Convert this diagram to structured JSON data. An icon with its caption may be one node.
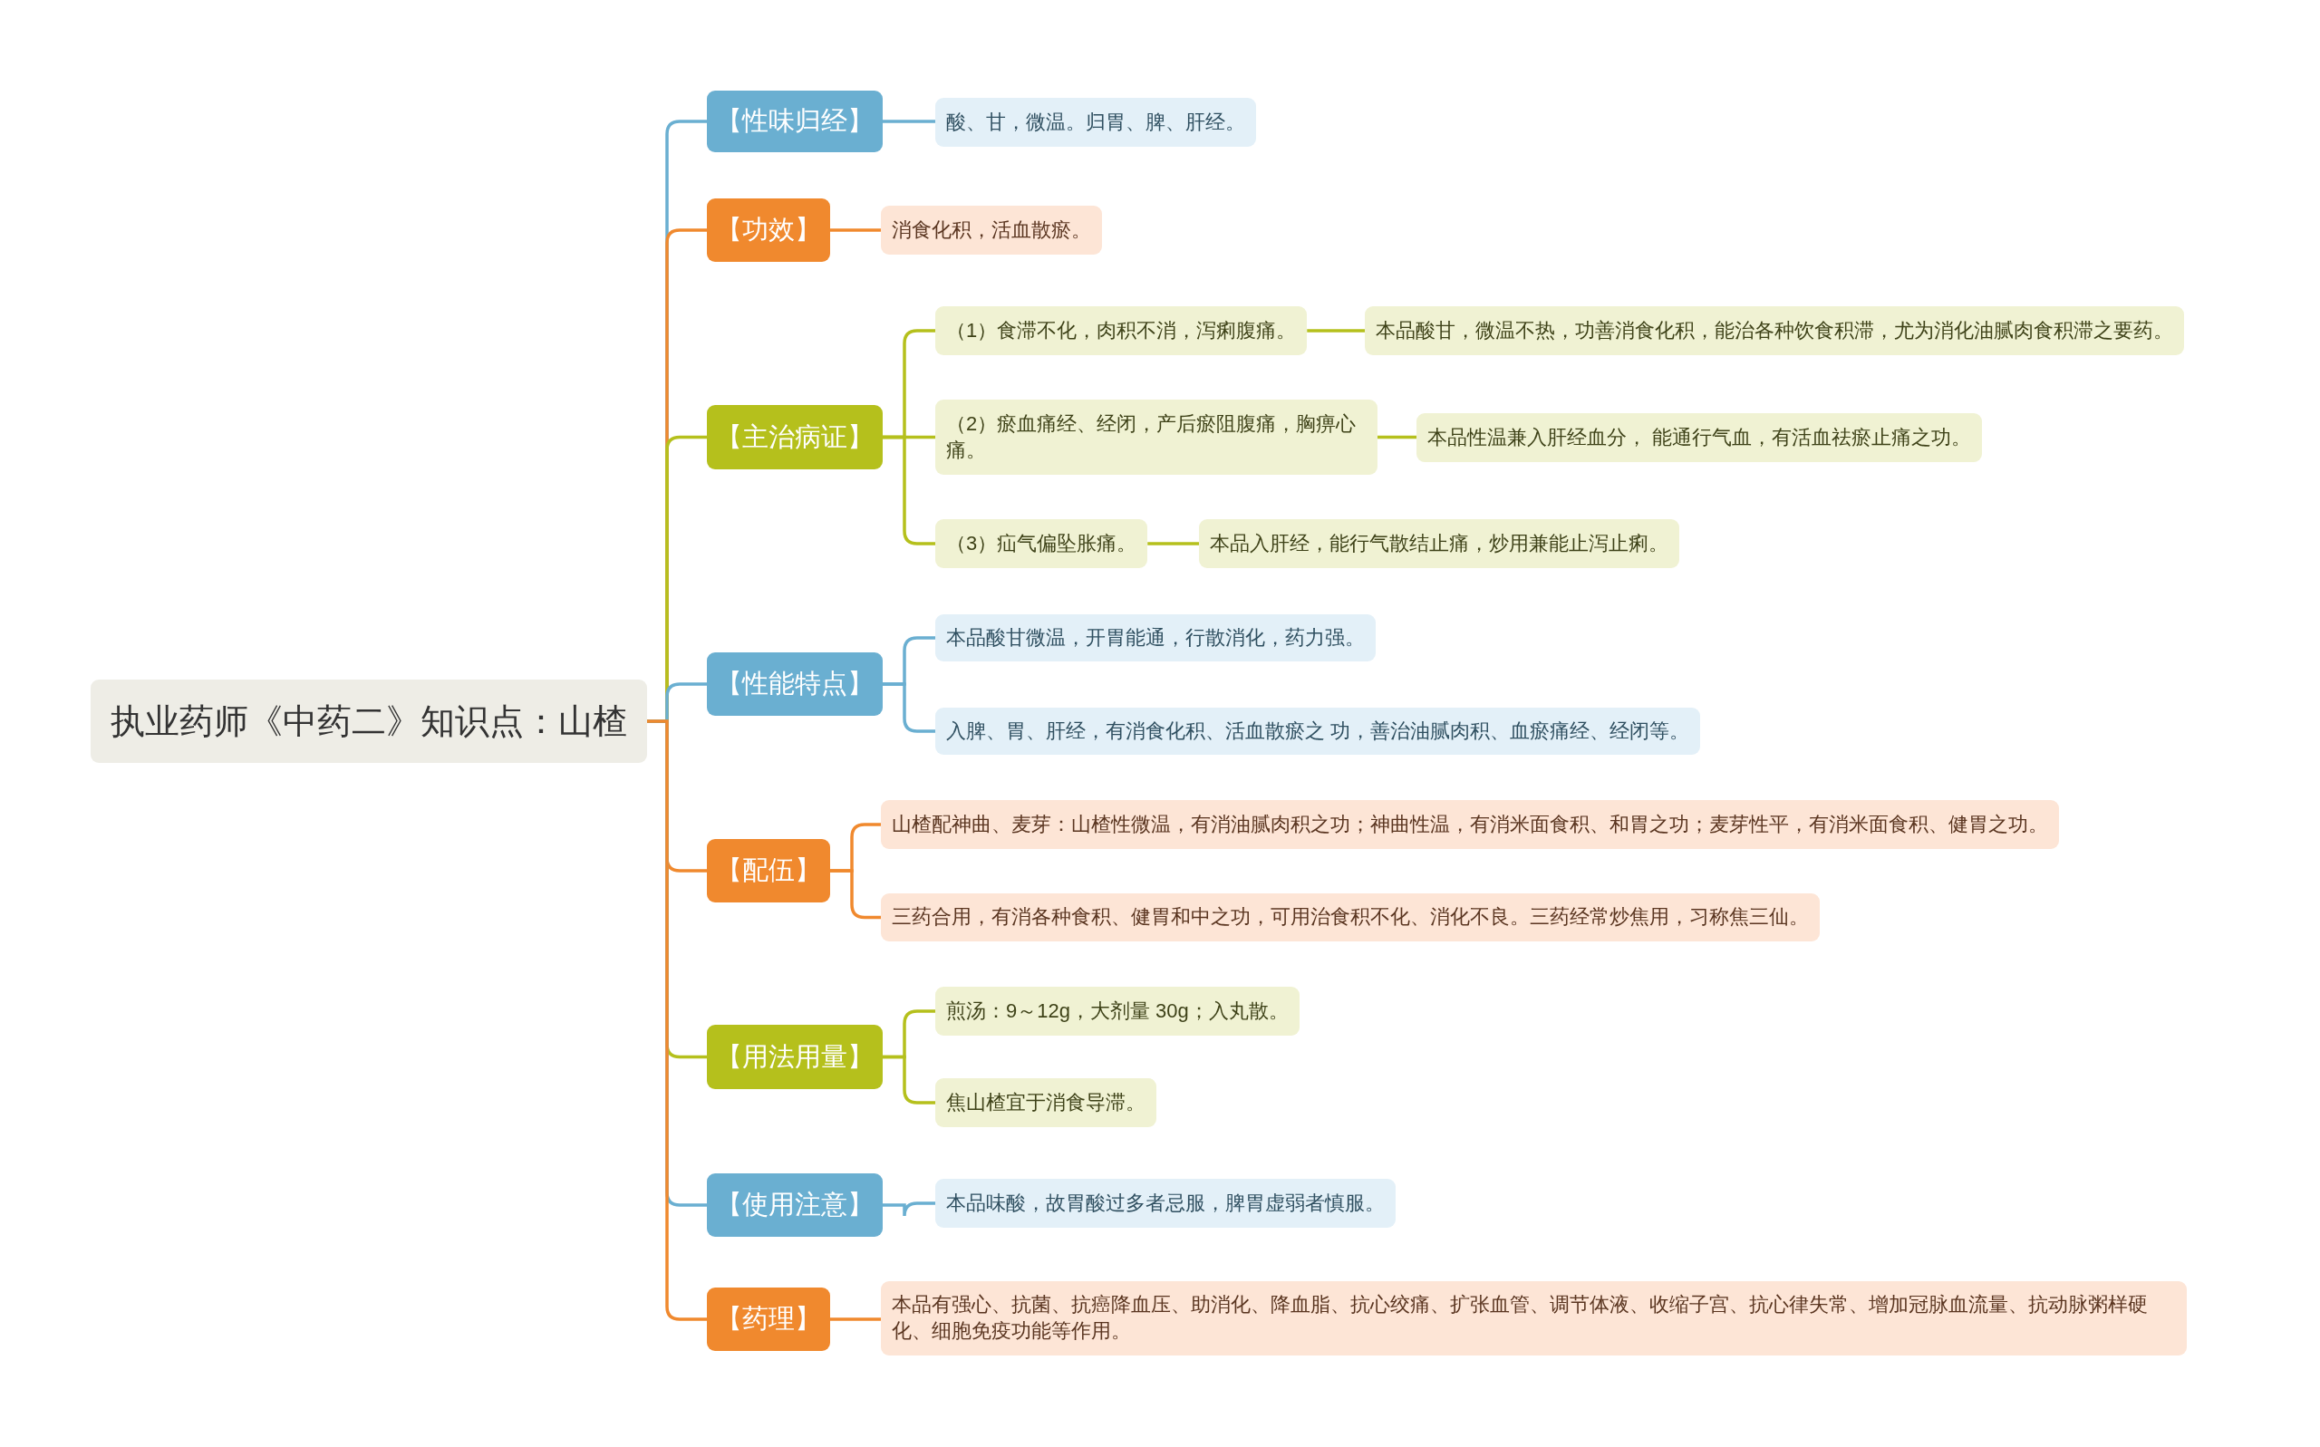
{
  "diagram": {
    "nodes": [
      {
        "text": [
          "执业药师《中药二》知识点：山楂"
        ]
      },
      {
        "text": [
          "【性味归经】"
        ]
      },
      {
        "text": [
          "酸、甘，微温。归胃、脾、肝经。"
        ]
      },
      {
        "text": [
          "【功效】"
        ]
      },
      {
        "text": [
          "消食化积，活血散瘀。"
        ]
      },
      {
        "text": [
          "【主治病证】"
        ]
      },
      {
        "text": [
          "（1）食滞不化，肉积不消，泻痢腹痛。"
        ]
      },
      {
        "text": [
          "本品酸甘，微温不热，功善消食化积，能治各种饮食积滞，尤为消化油腻肉食积滞之要药。"
        ]
      },
      {
        "text": [
          "（2）瘀血痛经、经闭，产后瘀阻腹痛，胸痹心痛。"
        ]
      },
      {
        "text": [
          "本品性温兼入肝经血分， 能通行气血，有活血祛瘀止痛之功。"
        ]
      },
      {
        "text": [
          "（3）疝气偏坠胀痛。"
        ]
      },
      {
        "text": [
          "本品入肝经，能行气散结止痛，炒用兼能止泻止痢。"
        ]
      },
      {
        "text": [
          "【性能特点】"
        ]
      },
      {
        "text": [
          "本品酸甘微温，开胃能通，行散消化，药力强。"
        ]
      },
      {
        "text": [
          "入脾、胃、肝经，有消食化积、活血散瘀之 功，善治油腻肉积、血瘀痛经、经闭等。"
        ]
      },
      {
        "text": [
          "【配伍】"
        ]
      },
      {
        "text": [
          "山楂配神曲、麦芽：山楂性微温，有消油腻肉积之功；神曲性温，有消米面食积、和胃之功；麦芽性平，有消米面食积、健胃之功。"
        ]
      },
      {
        "text": [
          "三药合用，有消各种食积、健胃和中之功，可用治食积不化、消化不良。三药经常炒焦用，习称焦三仙。"
        ]
      },
      {
        "text": [
          "【用法用量】"
        ]
      },
      {
        "text": [
          "煎汤：9～12g，大剂量 30g；入丸散。"
        ]
      },
      {
        "text": [
          "焦山楂宜于消食导滞。"
        ]
      },
      {
        "text": [
          "【使用注意】"
        ]
      },
      {
        "text": [
          "本品味酸，故胃酸过多者忌服，脾胃虚弱者慎服。"
        ]
      },
      {
        "text": [
          "【药理】"
        ]
      },
      {
        "text": [
          "本品有强心、抗菌、抗癌降血压、助消化、降血脂、抗心绞痛、扩张血管、调节体液、收缩子宫、抗心律失常、增加冠脉血流量、抗动脉粥样硬化、细胞免疫功能等作用。"
        ]
      }
    ],
    "edges": [
      {
        "from": 0,
        "to": 1,
        "arrow": "none",
        "color": "#6aafd1"
      },
      {
        "from": 1,
        "to": 2,
        "arrow": "none",
        "color": "#6aafd1"
      },
      {
        "from": 0,
        "to": 3,
        "arrow": "none",
        "color": "#f0892e"
      },
      {
        "from": 3,
        "to": 4,
        "arrow": "none",
        "color": "#f0892e"
      },
      {
        "from": 0,
        "to": 5,
        "arrow": "none"
      },
      {
        "from": 5,
        "to": 6,
        "arrow": "none"
      },
      {
        "from": 6,
        "to": 7,
        "arrow": "none"
      },
      {
        "from": 5,
        "to": 8,
        "arrow": "none"
      },
      {
        "from": 8,
        "to": 9,
        "arrow": "none"
      },
      {
        "from": 5,
        "to": 10,
        "arrow": "none"
      },
      {
        "from": 10,
        "to": 11,
        "arrow": "none"
      },
      {
        "from": 0,
        "to": 12,
        "arrow": "none",
        "color": "#6aafd1"
      },
      {
        "from": 12,
        "to": 13,
        "arrow": "none",
        "color": "#6aafd1"
      },
      {
        "from": 12,
        "to": 14,
        "arrow": "none",
        "color": "#6aafd1"
      },
      {
        "from": 0,
        "to": 15,
        "arrow": "none",
        "color": "#f0892e"
      },
      {
        "from": 15,
        "to": 16,
        "arrow": "none",
        "color": "#f0892e"
      },
      {
        "from": 15,
        "to": 17,
        "arrow": "none",
        "color": "#f0892e"
      },
      {
        "from": 0,
        "to": 18,
        "arrow": "none"
      },
      {
        "from": 18,
        "to": 19,
        "arrow": "none"
      },
      {
        "from": 18,
        "to": 20,
        "arrow": "none"
      },
      {
        "from": 0,
        "to": 21,
        "arrow": "none",
        "color": "#6aafd1"
      },
      {
        "from": 21,
        "to": 22,
        "arrow": "none",
        "color": "#6aafd1"
      },
      {
        "from": 0,
        "to": 23,
        "arrow": "none",
        "color": "#f0892e"
      },
      {
        "from": 23,
        "to": 24,
        "arrow": "none",
        "color": "#f0892e"
      }
    ]
  }
}
